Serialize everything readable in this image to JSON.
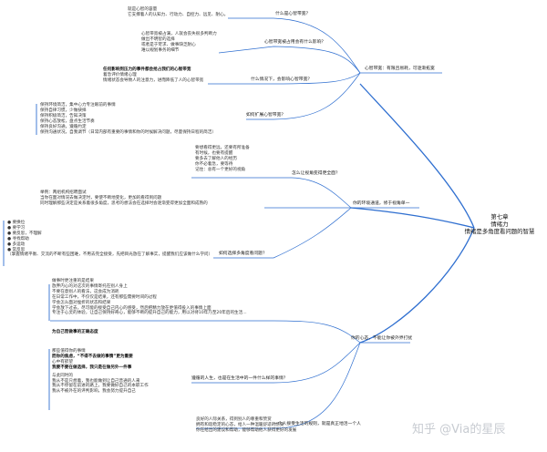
{
  "root": {
    "line1": "第七章",
    "line2": "情绪力",
    "line3": "情绪是多角度看问题的智慧"
  },
  "branch_mindset": {
    "label": "心智带宽：有限且易耗，可逐渐拓宽",
    "sub1": {
      "label": "什么是心智带宽？",
      "text": [
        "就是心智的容量",
        "它支撑着人的认知力、行动力、自控力、远见、耐心。"
      ]
    },
    "sub2": {
      "label": "心智带宽被占用会有什么影响？",
      "text": [
        "心智带宽被占满，人就会丧失很多判断力",
        "做出不明智的选择",
        "或者是于苛求、做事缺乏耐心",
        "难以规划事务的细节"
      ]
    },
    "sub3": {
      "label": "什么情况下，会影响心智带宽？",
      "text": [
        "任何影响到压力的事件都会抢占我们的心智带宽",
        "着急评价情绪心理",
        "情绪状态会导致人的注意力，进而降低了人的心智带宽"
      ]
    },
    "sub4": {
      "label": "如何扩展心智带宽？",
      "text": [
        "保持环境简洁，集中心力专注眼前的事情",
        "保持自律习惯，少做抉择",
        "保持积极简洁，告知决策",
        "保持心态放松，盘点生活节奏",
        "保持良好沟通，遵循约定",
        "保持沟通状况，自我调节（日常内部有重要的事情和你的时候解决问题，尽量保持日程的简洁）"
      ]
    }
  },
  "branch_perspective": {
    "label": "你的环境通道，修于视角单一",
    "sub1": {
      "label": "怎么让视角变得更全面？",
      "text": [
        "要想看得更远，还要有所准备",
        "有时候，也要有提醒",
        "要多去了解他人的经历",
        "你不必着急，要等待",
        "记住：总有一个更好的视角"
      ]
    },
    "sub2": {
      "label": "",
      "text": [
        "举例：两组机构招聘面试",
        "当你在面对情况去做决定时，要使不断地变化，更加的看得到问题",
        "同时理解那些决定是关系着很多角度，思考的想法会在选择时会逐渐变得更加全面和成熟的"
      ]
    },
    "sub3": {
      "label": "如何选择多角度看问题？",
      "bullets": [
        "要换位",
        "要学习",
        "要反思，不理解",
        "寻找帮助",
        "多运动",
        "常反思"
      ],
      "note": "（掌握情绪平衡、交流的不断有些困难，不用去完全接受，先把目光放在了解事实，提醒我们应该做什么学问）"
    }
  },
  "branch_reward": {
    "label": "你的心态，不能让你被外界打扰",
    "sub1": {
      "label": "",
      "text": [
        "做事时更注重的是结果",
        "放弃内心的对这次的事情寄托在别人身上",
        "不要在意别人的看法，这会成为消耗",
        "在日常工作中，不仅仅是结果，还有那些需要时间的过程",
        "学会怎么面对挫折的状态和结果",
        "学会放下过去，尽可能的接受自己内心的感受，然后把精力放在更值得投入的事情上面",
        "专注于心灵的体验，让自己保持好奇心，能够不断的提升自己的能力，用以对待10年乃至20年后的生活..."
      ],
      "conclusion": "为自己而做事的正确态度"
    },
    "sub2": {
      "label": "遵循的人生，也是在生活中的一件什么样的事情？",
      "text": [
        "那些值得你的事情",
        "而你的焦虑，“不得不去做的事情”更为重要",
        "心中有欲望",
        "我要不要在做选择，我只是在做另外一件事",
        "与此同时的",
        "我从不是只想着，我也能做到让自己普通的人来",
        "我从不停留在前进的路上，我要做好自己的本职工作",
        "我从不被外在的评判影响，我会努力提升自己"
      ]
    },
    "sub3": {
      "label": "一个人接受生活的规则，就是真正地活一个人",
      "text": [
        "良好的人际关系，得到别人的尊重和赞赏",
        "拥有和谐稳定的心态，给人一种温暖舒适的感受",
        "你在给出的建议和帮助，能够帮助他人获得更好的发展"
      ]
    }
  },
  "watermark": "知乎 @Via的星辰"
}
